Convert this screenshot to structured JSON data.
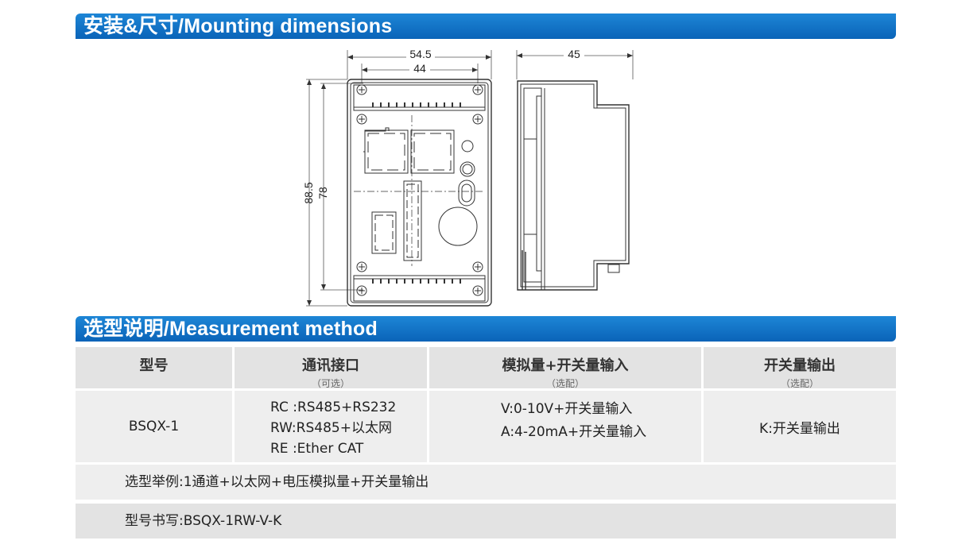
{
  "sections": {
    "mounting_title": "安装&尺寸/Mounting dimensions",
    "measurement_title": "选型说明/Measurement method"
  },
  "drawing": {
    "dim_width_outer": "54.5",
    "dim_width_inner": "44",
    "dim_height_outer": "88.5",
    "dim_height_inner": "78",
    "dim_depth": "45"
  },
  "table": {
    "headers": [
      {
        "main": "型号",
        "sub": ""
      },
      {
        "main": "通讯接口",
        "sub": "（可选）"
      },
      {
        "main": "模拟量+开关量输入",
        "sub": "（选配）"
      },
      {
        "main": "开关量输出",
        "sub": "（选配）"
      }
    ],
    "row": {
      "model": "BSQX-1",
      "comm": [
        "RC :RS485+RS232",
        "RW:RS485+以太网",
        "RE :Ether CAT"
      ],
      "analog": [
        "V:0-10V+开关量输入",
        "A:4-20mA+开关量输入"
      ],
      "output": "K:开关量输出"
    }
  },
  "notes": {
    "example": "选型举例:1通道+以太网+电压模拟量+开关量输出",
    "code": "型号书写:BSQX-1RW-V-K"
  }
}
